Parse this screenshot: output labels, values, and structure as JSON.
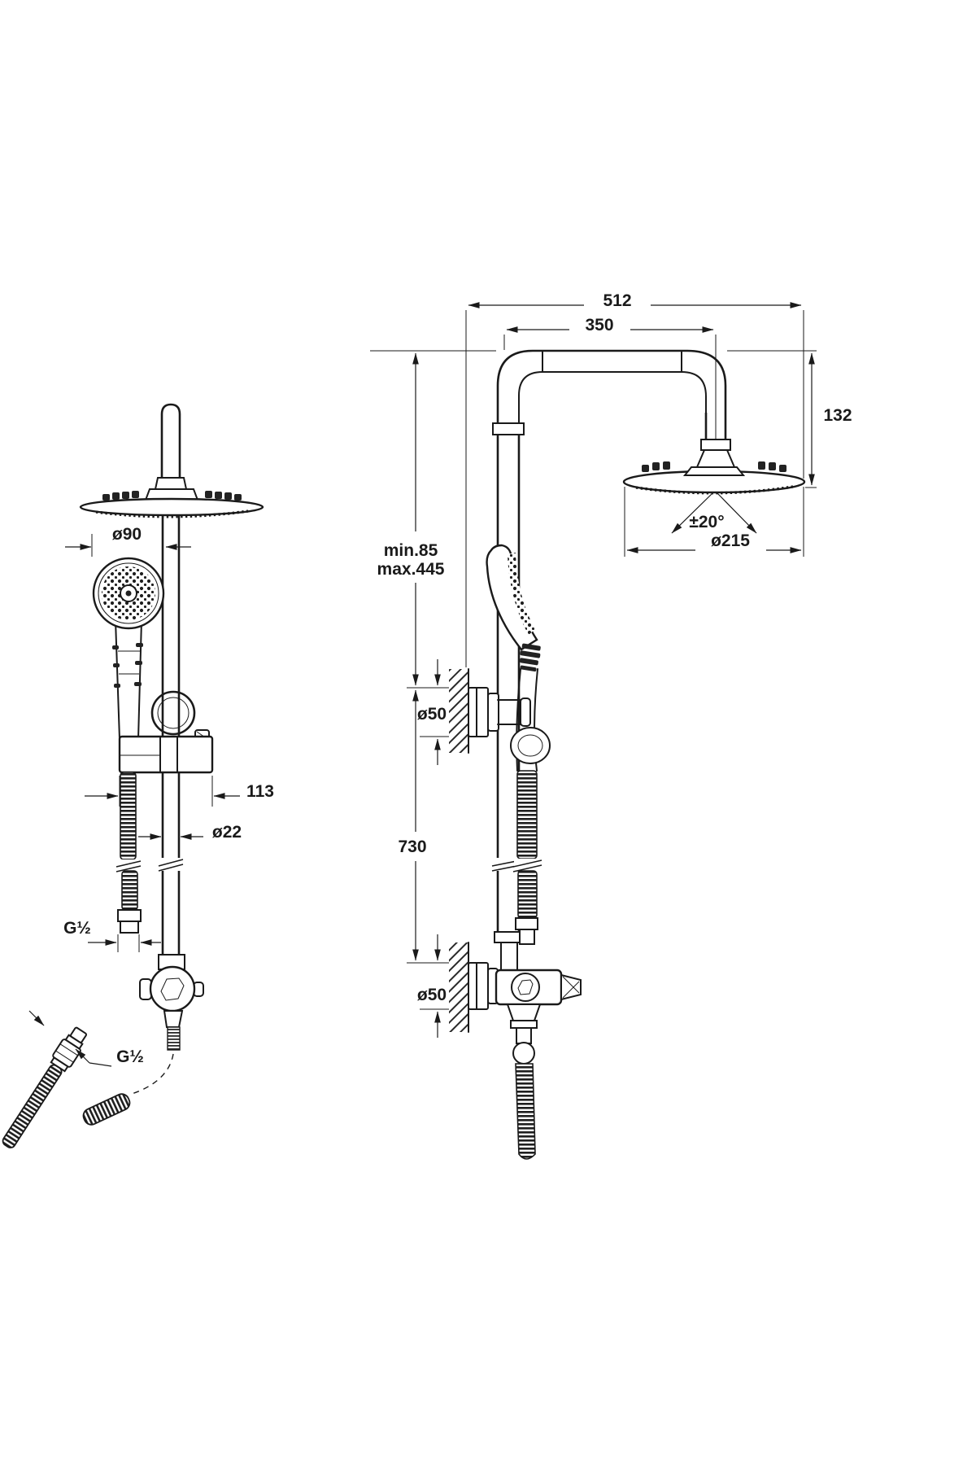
{
  "drawing": {
    "type": "technical-dimension-drawing",
    "subject": "shower column with overhead shower, hand shower and diverter",
    "background": "#ffffff",
    "line_color": "#1a1a1a"
  },
  "front_view": {
    "hand_shower_diameter": "ø90",
    "slider_bracket_width": "113",
    "riser_pipe_diameter": "ø22",
    "hose_connection_thread": "G½",
    "supply_hose_thread": "G½"
  },
  "side_view": {
    "overall_projection": "512",
    "arm_projection": "350",
    "head_drop_height": "132",
    "head_tilt_angle": "±20°",
    "overhead_shower_diameter": "ø215",
    "arm_to_bracket_min": "min.85",
    "arm_to_bracket_max": "max.445",
    "upper_bracket_diameter": "ø50",
    "bracket_distance": "730",
    "lower_bracket_diameter": "ø50"
  }
}
